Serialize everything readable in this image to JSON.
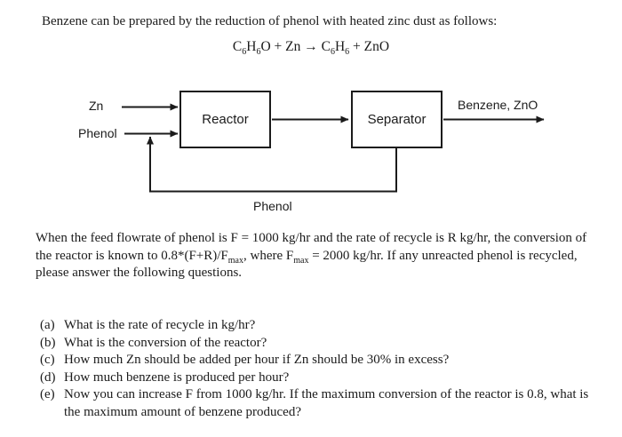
{
  "colors": {
    "text": "#1b1b1b",
    "line": "#1b1b1b",
    "background": "#ffffff"
  },
  "intro": "Benzene can be prepared by the reduction of phenol with heated zinc dust as follows:",
  "equation": {
    "segments": [
      {
        "t": "C"
      },
      {
        "t": "6",
        "s": true
      },
      {
        "t": "H"
      },
      {
        "t": "6",
        "s": true
      },
      {
        "t": "O + Zn → C"
      },
      {
        "t": "6",
        "s": true
      },
      {
        "t": "H"
      },
      {
        "t": "6",
        "s": true
      },
      {
        "t": " + ZnO"
      }
    ]
  },
  "diagram": {
    "reactor_label": "Reactor",
    "separator_label": "Separator",
    "zn_label": "Zn",
    "phenol_feed_label": "Phenol",
    "product_label": "Benzene, ZnO",
    "recycle_label": "Phenol"
  },
  "paragraph": {
    "lines": [
      [
        {
          "t": "When the feed flowrate of phenol is F = 1000 kg/hr and the rate of recycle is R kg/hr, the conversion of"
        }
      ],
      [
        {
          "t": "the reactor is known to 0.8*(F+R)/F"
        },
        {
          "t": "max",
          "s": true
        },
        {
          "t": ", where F"
        },
        {
          "t": "max",
          "s": true
        },
        {
          "t": " = 2000 kg/hr. If any unreacted phenol is recycled,"
        }
      ],
      [
        {
          "t": "please answer the following questions."
        }
      ]
    ]
  },
  "questions": [
    {
      "label": "(a)",
      "lines": [
        "What is the rate of recycle in kg/hr?"
      ]
    },
    {
      "label": "(b)",
      "lines": [
        "What is the conversion of the reactor?"
      ]
    },
    {
      "label": "(c)",
      "lines": [
        "How much Zn should be added per hour if Zn should be 30% in excess?"
      ]
    },
    {
      "label": "(d)",
      "lines": [
        "How much benzene is produced per hour?"
      ]
    },
    {
      "label": "(e)",
      "lines": [
        "Now you can increase F from 1000 kg/hr. If the maximum conversion of the reactor is 0.8, what is",
        "the maximum amount of benzene produced?"
      ]
    }
  ]
}
